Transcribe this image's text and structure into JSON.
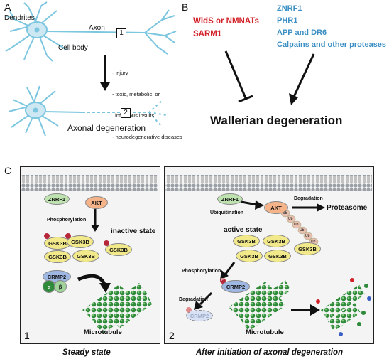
{
  "panelA": {
    "letter": "A",
    "dendrites": "Dendrites",
    "axon": "Axon",
    "cell_body": "Cell body",
    "box1": "1",
    "box2": "2",
    "insults": [
      "- injury",
      "- toxic, metabolic, or",
      "  infectious insults",
      "- neurodegenerative diseases"
    ],
    "axonal_degeneration": "Axonal degeneration"
  },
  "panelB": {
    "letter": "B",
    "inhibitors": [
      "WldS or NMNATs",
      "SARM1"
    ],
    "promoters": [
      "ZNRF1",
      "PHR1",
      "APP and DR6",
      "Calpains and other proteases"
    ],
    "outcome": "Wallerian degeneration"
  },
  "panelC": {
    "letter": "C",
    "left": {
      "znrf1": "ZNRF1",
      "akt": "AKT",
      "phosphorylation": "Phosphorylation",
      "state": "inactive state",
      "gsk3b": "GSK3B",
      "crmp2": "CRMP2",
      "alpha": "α",
      "beta": "β",
      "microtubule": "Microtubule",
      "number": "1",
      "caption": "Steady state"
    },
    "right": {
      "znrf1": "ZNRF1",
      "ubiquitination": "Ubiquitination",
      "akt": "AKT",
      "ub": "Ub",
      "degradation_top": "Degradation",
      "proteasome": "Proteasome",
      "state": "active state",
      "gsk3b": "GSK3B",
      "phosphorylation": "Phosphorylation",
      "crmp2": "CRMP2",
      "p": "P",
      "degradation_bottom": "Degradation",
      "crmp2_faded": "CRMP2",
      "microtubule": "Microtubule",
      "number": "2",
      "caption": "After initiation of axonal degeneration"
    }
  },
  "colors": {
    "neuron": "#7cc6e0",
    "red_text": "#d2232a",
    "blue_text": "#3b8fc4",
    "gsk3b": "#f2e98a",
    "akt": "#f5b38a",
    "crmp2": "#9fb7e3",
    "znrf1": "#bfe3b0"
  }
}
